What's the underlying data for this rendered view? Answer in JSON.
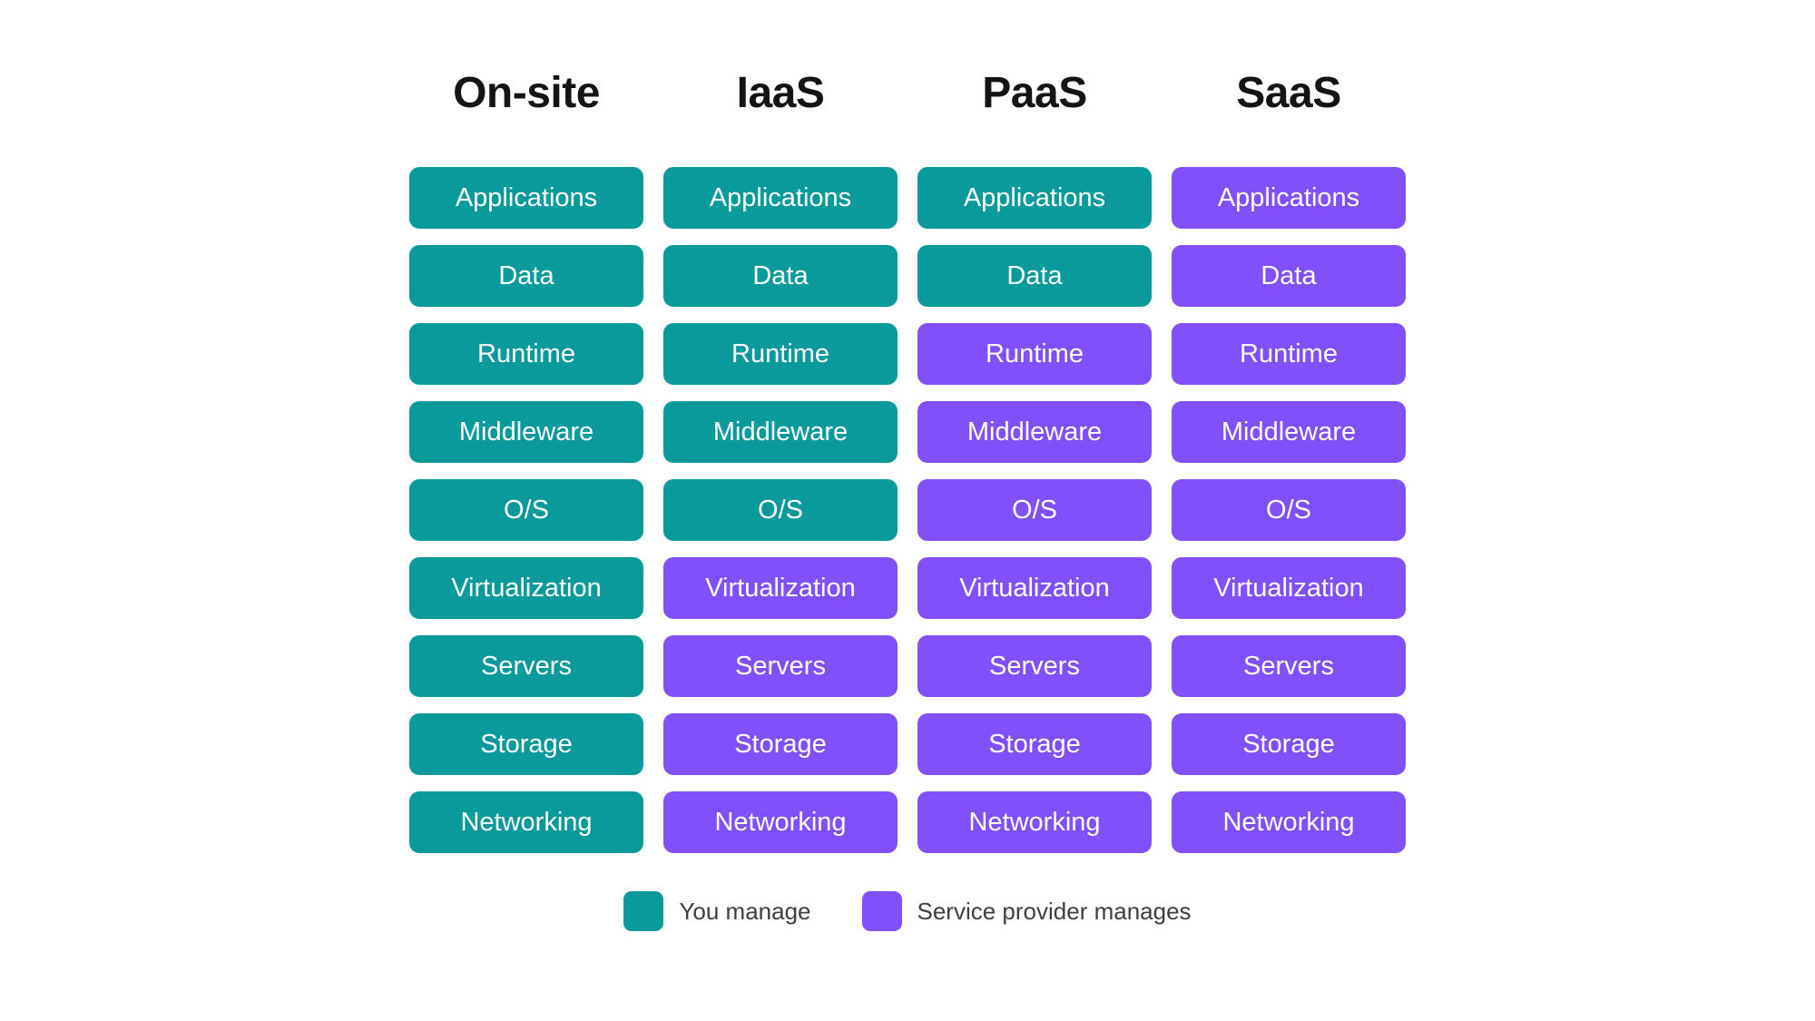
{
  "diagram": {
    "name": "Cloud service models responsibility comparison",
    "layers": [
      "Applications",
      "Data",
      "Runtime",
      "Middleware",
      "O/S",
      "Virtualization",
      "Servers",
      "Storage",
      "Networking"
    ],
    "columns": [
      {
        "id": "on-site",
        "title": "On-site",
        "cells": [
          {
            "layer": "Applications",
            "owner": "you"
          },
          {
            "layer": "Data",
            "owner": "you"
          },
          {
            "layer": "Runtime",
            "owner": "you"
          },
          {
            "layer": "Middleware",
            "owner": "you"
          },
          {
            "layer": "O/S",
            "owner": "you"
          },
          {
            "layer": "Virtualization",
            "owner": "you"
          },
          {
            "layer": "Servers",
            "owner": "you"
          },
          {
            "layer": "Storage",
            "owner": "you"
          },
          {
            "layer": "Networking",
            "owner": "you"
          }
        ]
      },
      {
        "id": "iaas",
        "title": "IaaS",
        "cells": [
          {
            "layer": "Applications",
            "owner": "you"
          },
          {
            "layer": "Data",
            "owner": "you"
          },
          {
            "layer": "Runtime",
            "owner": "you"
          },
          {
            "layer": "Middleware",
            "owner": "you"
          },
          {
            "layer": "O/S",
            "owner": "you"
          },
          {
            "layer": "Virtualization",
            "owner": "provider"
          },
          {
            "layer": "Servers",
            "owner": "provider"
          },
          {
            "layer": "Storage",
            "owner": "provider"
          },
          {
            "layer": "Networking",
            "owner": "provider"
          }
        ]
      },
      {
        "id": "paas",
        "title": "PaaS",
        "cells": [
          {
            "layer": "Applications",
            "owner": "you"
          },
          {
            "layer": "Data",
            "owner": "you"
          },
          {
            "layer": "Runtime",
            "owner": "provider"
          },
          {
            "layer": "Middleware",
            "owner": "provider"
          },
          {
            "layer": "O/S",
            "owner": "provider"
          },
          {
            "layer": "Virtualization",
            "owner": "provider"
          },
          {
            "layer": "Servers",
            "owner": "provider"
          },
          {
            "layer": "Storage",
            "owner": "provider"
          },
          {
            "layer": "Networking",
            "owner": "provider"
          }
        ]
      },
      {
        "id": "saas",
        "title": "SaaS",
        "cells": [
          {
            "layer": "Applications",
            "owner": "provider"
          },
          {
            "layer": "Data",
            "owner": "provider"
          },
          {
            "layer": "Runtime",
            "owner": "provider"
          },
          {
            "layer": "Middleware",
            "owner": "provider"
          },
          {
            "layer": "O/S",
            "owner": "provider"
          },
          {
            "layer": "Virtualization",
            "owner": "provider"
          },
          {
            "layer": "Servers",
            "owner": "provider"
          },
          {
            "layer": "Storage",
            "owner": "provider"
          },
          {
            "layer": "Networking",
            "owner": "provider"
          }
        ]
      }
    ]
  },
  "legend": {
    "items": [
      {
        "id": "you-manage",
        "label": "You manage",
        "owner": "you"
      },
      {
        "id": "service-provider-manages",
        "label": "Service provider manages",
        "owner": "provider"
      }
    ]
  },
  "colors": {
    "you": "#0A9A9B",
    "provider": "#8150FB",
    "cell_text": "#FFFFFF",
    "heading_text": "#141414",
    "legend_text": "#3F3F3F"
  }
}
